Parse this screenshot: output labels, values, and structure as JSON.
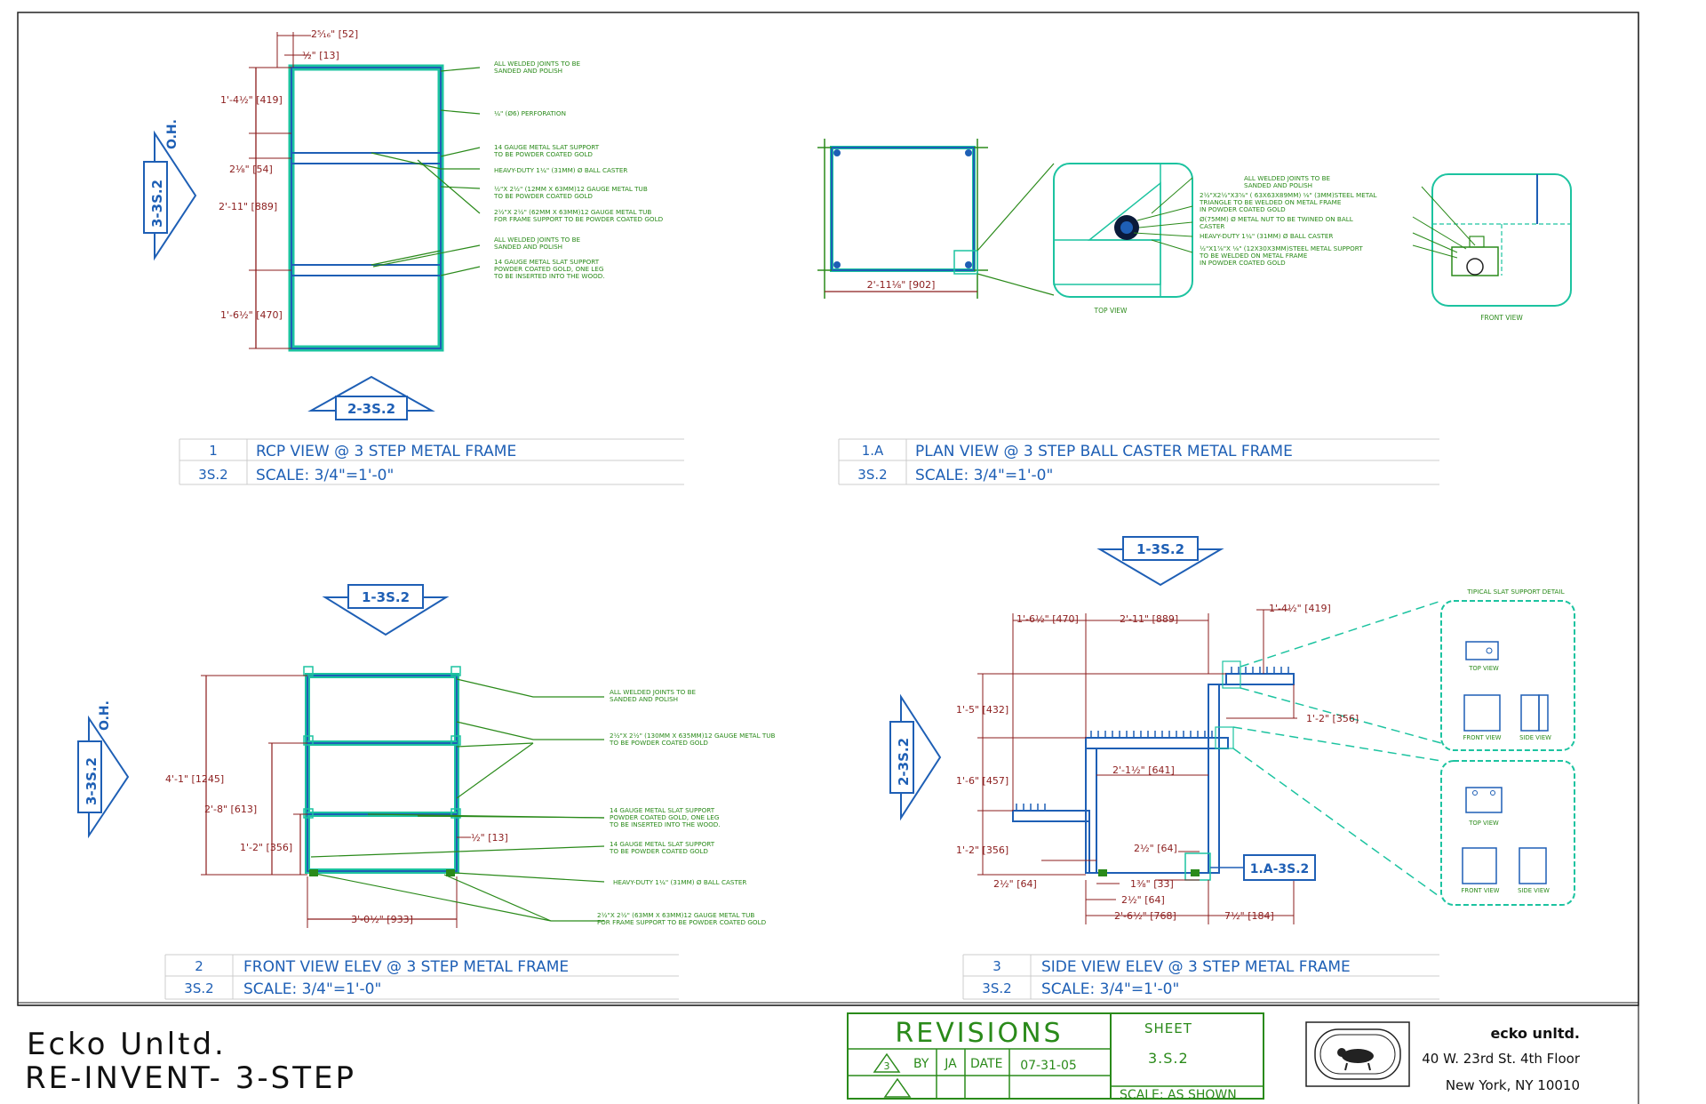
{
  "drawings": {
    "d1": {
      "num": "1",
      "sheet": "3S.2",
      "title": "RCP  VIEW @ 3 STEP METAL FRAME",
      "scale": "SCALE: 3/4\"=1'-0\"",
      "dims": [
        "2⁵⁄₁₆\" [52]",
        "½\" [13]",
        "1'-4½\" [419]",
        "2⅛\" [54]",
        "2'-11\" [889]",
        "1'-6½\" [470]"
      ],
      "notes": [
        "ALL WELDED JOINTS TO BE",
        "SANDED AND POLISH",
        "¼\" (Ø6) PERFORATION",
        "14 GAUGE METAL SLAT SUPPORT",
        "TO BE POWDER COATED GOLD",
        "HEAVY-DUTY 1¼\" (31MM) Ø BALL CASTER",
        "½\"X 2½\" (12MM X 63MM)12 GAUGE METAL TUB",
        "TO BE POWDER COATED GOLD",
        "2½\"X 2½\" (62MM X 63MM)12 GAUGE METAL TUB",
        "FOR FRAME SUPPORT TO BE POWDER COATED GOLD",
        "ALL WELDED JOINTS TO BE",
        "SANDED AND POLISH",
        "14 GAUGE METAL SLAT SUPPORT",
        "POWDER COATED GOLD, ONE LEG",
        "TO BE INSERTED INTO THE WOOD."
      ],
      "tag_side": "3-3S.2",
      "tag_side_sub": "O.H.",
      "tag_up": "2-3S.2"
    },
    "d1a": {
      "num": "1.A",
      "sheet": "3S.2",
      "title": "PLAN VIEW @ 3 STEP BALL CASTER METAL FRAME",
      "scale": "SCALE: 3/4\"=1'-0\"",
      "dim": "2'-11⅛\" [902]",
      "notes": [
        "ALL WELDED JOINTS TO BE",
        "SANDED AND POLISH",
        "2½\"X2½\"X3⅝\" ( 63X63X89MM) ⅛\" (3MM)STEEL METAL",
        "TRIANGLE TO BE WELDED ON METAL FRAME",
        "IN POWDER COATED GOLD",
        "Ø(75MM) Ø METAL NUT TO BE TWINED ON  BALL",
        "CASTER",
        "HEAVY-DUTY 1¼\" (31MM) Ø BALL CASTER",
        "½\"X1⅞\"X ⅛\" (12X30X3MM)STEEL METAL SUPPORT",
        "TO BE WELDED ON METAL FRAME",
        "IN POWDER COATED GOLD"
      ],
      "top_view": "TOP VIEW",
      "front_view": "FRONT VIEW"
    },
    "d2": {
      "num": "2",
      "sheet": "3S.2",
      "title": "FRONT VIEW ELEV @ 3 STEP METAL FRAME",
      "scale": "SCALE: 3/4\"=1'-0\"",
      "dims": [
        "4'-1\" [1245]",
        "2'-8\" [613]",
        "1'-2\" [356]",
        "½\" [13]",
        "3'-0½\" [933]"
      ],
      "notes": [
        "ALL WELDED JOINTS TO BE",
        "SANDED AND POLISH",
        "2½\"X 2½\" (130MM X 635MM)12 GAUGE METAL TUB",
        "TO BE POWDER COATED GOLD",
        "14 GAUGE METAL SLAT SUPPORT",
        "POWDER COATED GOLD, ONE LEG",
        "TO BE INSERTED INTO THE WOOD.",
        "14 GAUGE METAL SLAT SUPPORT",
        "TO BE POWDER COATED GOLD",
        "HEAVY-DUTY 1¼\" (31MM) Ø BALL CASTER",
        "2½\"X 2½\" (63MM X 63MM)12 GAUGE METAL TUB",
        "FOR FRAME SUPPORT TO BE POWDER COATED GOLD"
      ],
      "tag_top": "1-3S.2",
      "tag_side": "3-3S.2",
      "tag_side_sub": "O.H."
    },
    "d3": {
      "num": "3",
      "sheet": "3S.2",
      "title": "SIDE VIEW ELEV @ 3 STEP METAL FRAME",
      "scale": "SCALE: 3/4\"=1'-0\"",
      "dims": [
        "1'-6½\" [470]",
        "2'-11\" [889]",
        "1'-4½\" [419]",
        "1'-5\" [432]",
        "1'-2\" [356]",
        "1'-6\" [457]",
        "2'-1½\" [641]",
        "1'-2\" [356]",
        "2½\" [64]",
        "1⅜\" [33]",
        "2½\" [64]",
        "2½\" [64]",
        "2'-6½\" [768]",
        "7½\" [184]"
      ],
      "tag_top": "1-3S.2",
      "tag_side": "2-3S.2",
      "tag_ref": "1.A-3S.2",
      "detail_title": "TIPICAL SLAT SUPPORT DETAIL",
      "detail_labels": [
        "TOP VIEW",
        "FRONT VIEW",
        "SIDE VIEW",
        "TOP VIEW",
        "FRONT VIEW",
        "SIDE VIEW"
      ]
    }
  },
  "title_block": {
    "project_line1": "Ecko Unltd.",
    "project_line2": "RE-INVENT- 3-STEP",
    "revisions_label": "REVISIONS",
    "rev_num": "3",
    "by_label": "BY",
    "by_value": "JA",
    "date_label": "DATE",
    "date_value": "07-31-05",
    "sheet_label": "SHEET",
    "sheet_value": "3.S.2",
    "scale_text": "SCALE: AS SHOWN",
    "company": "ecko unltd.",
    "address1": "40 W. 23rd St. 4th Floor",
    "address2": "New York, NY 10010"
  },
  "colors": {
    "blue": "#1e5fb5",
    "red": "#8b1c1c",
    "green": "#2a8a1a",
    "cyan": "#1cc3a0"
  }
}
